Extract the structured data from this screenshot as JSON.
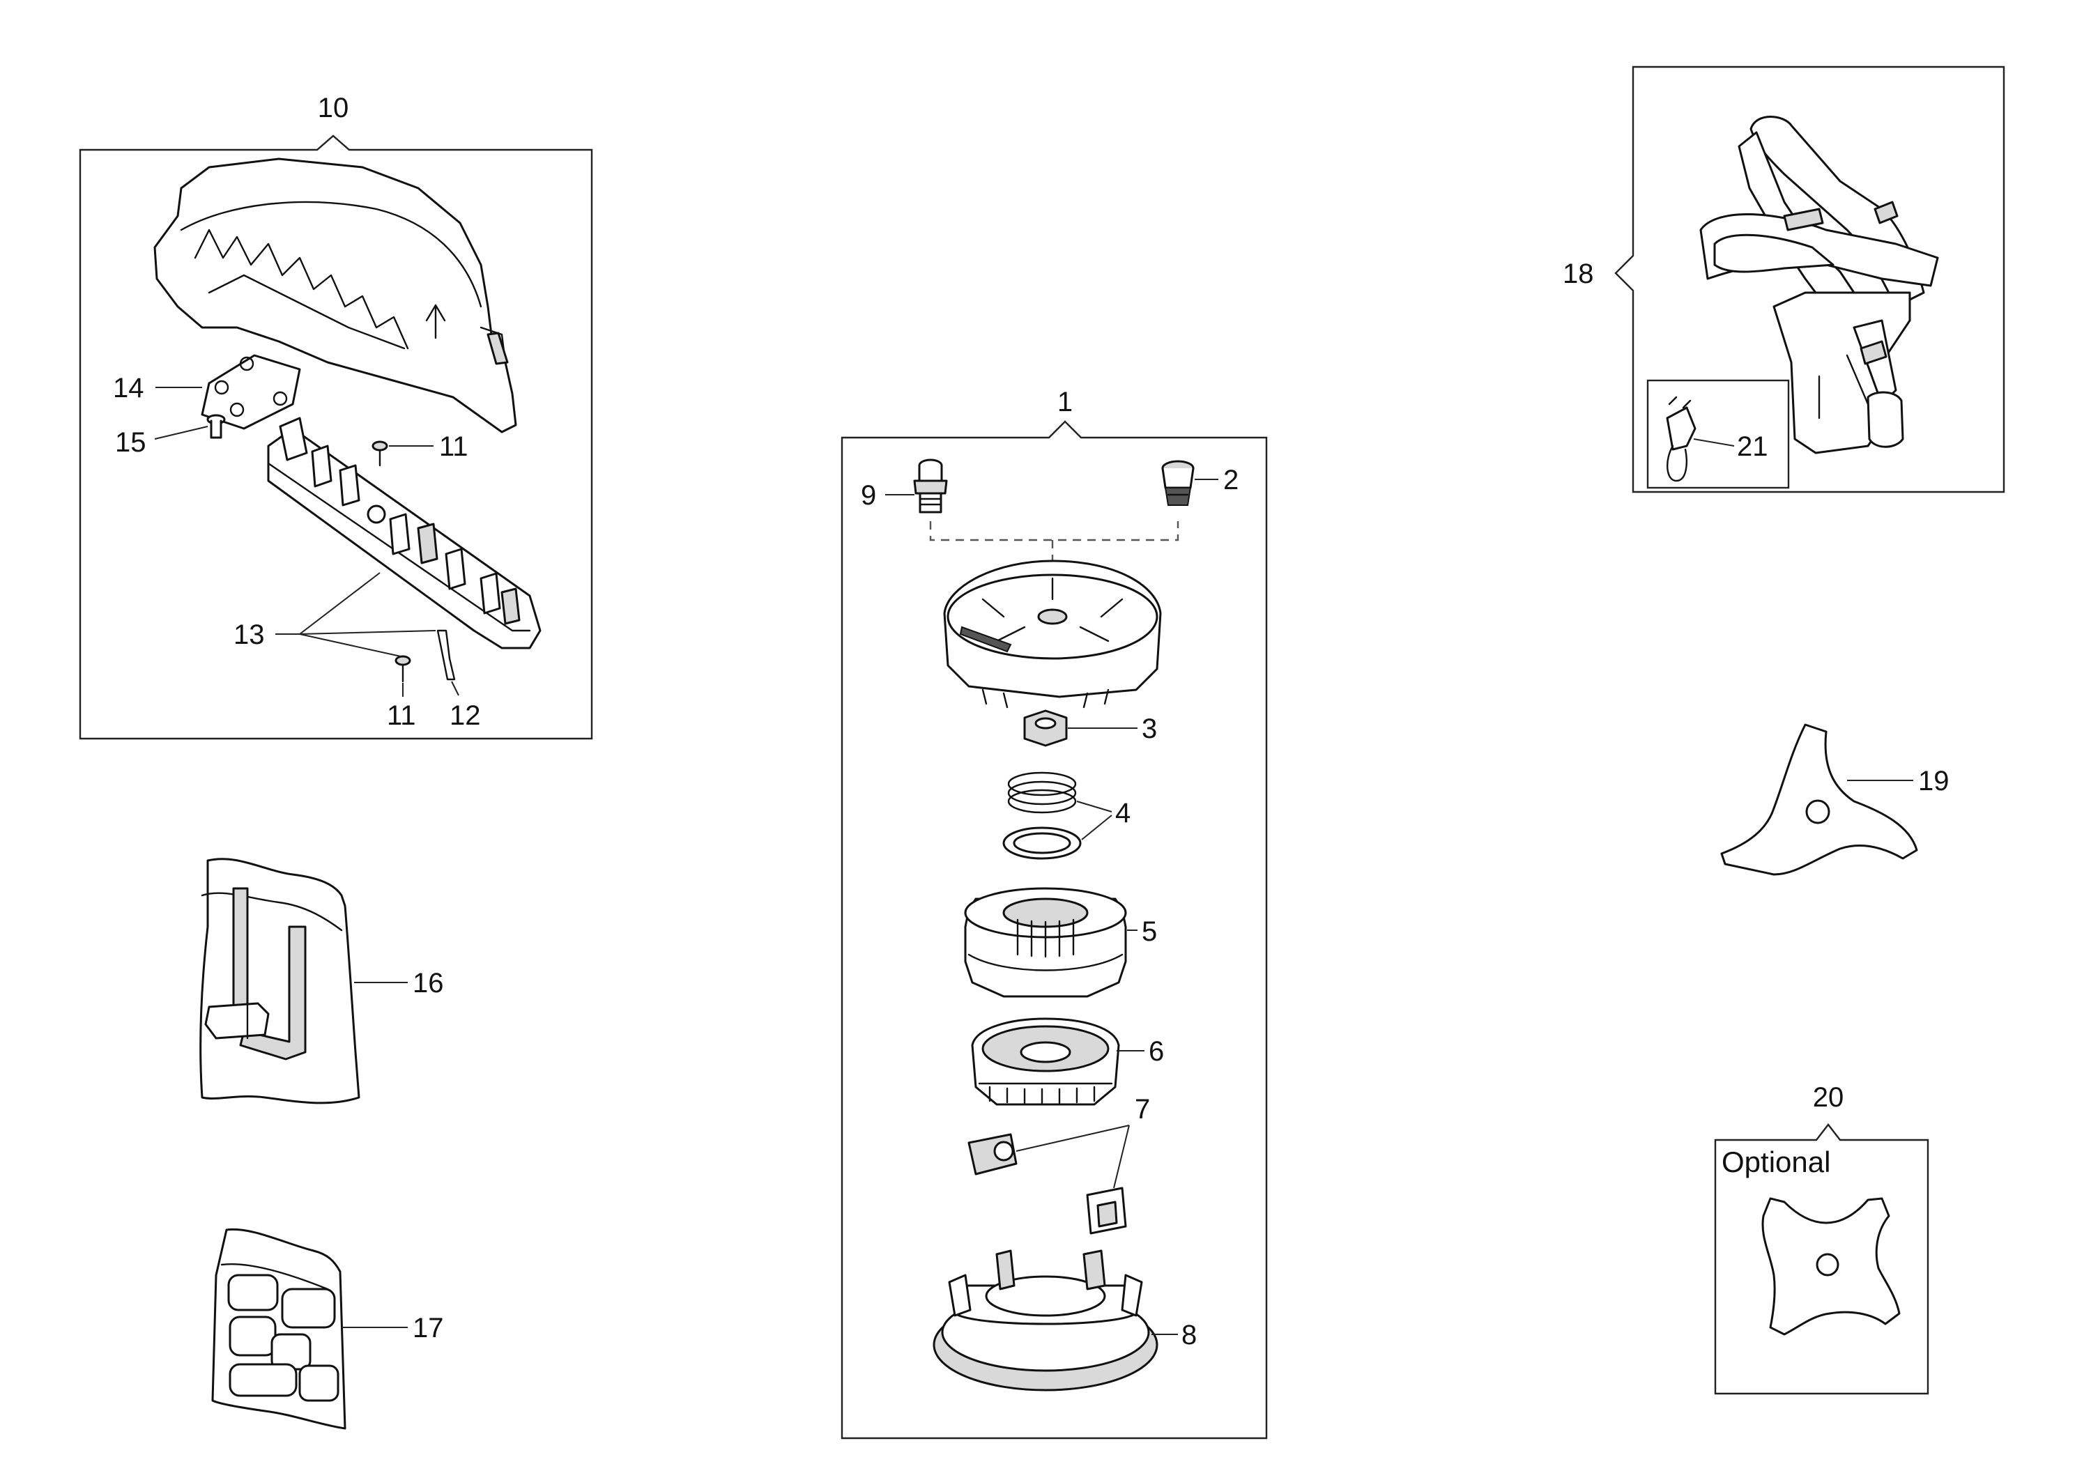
{
  "diagram": {
    "optional_label": "Optional",
    "callouts": {
      "c1": "1",
      "c2": "2",
      "c3": "3",
      "c4": "4",
      "c5": "5",
      "c6": "6",
      "c7": "7",
      "c8": "8",
      "c9": "9",
      "c10": "10",
      "c11a": "11",
      "c11b": "11",
      "c12": "12",
      "c13": "13",
      "c14": "14",
      "c15": "15",
      "c16": "16",
      "c17": "17",
      "c18": "18",
      "c19": "19",
      "c20": "20",
      "c21": "21"
    }
  }
}
